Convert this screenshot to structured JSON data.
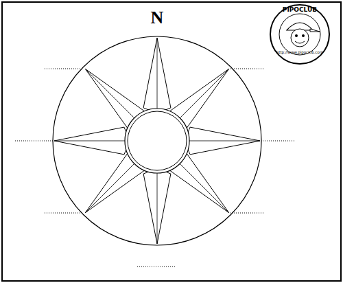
{
  "diagram": {
    "nodes": [
      {
        "text": [
          "PIPOCLUB",
          "http://www.pipoclub.com"
        ]
      }
    ],
    "labels": [
      "N"
    ]
  }
}
